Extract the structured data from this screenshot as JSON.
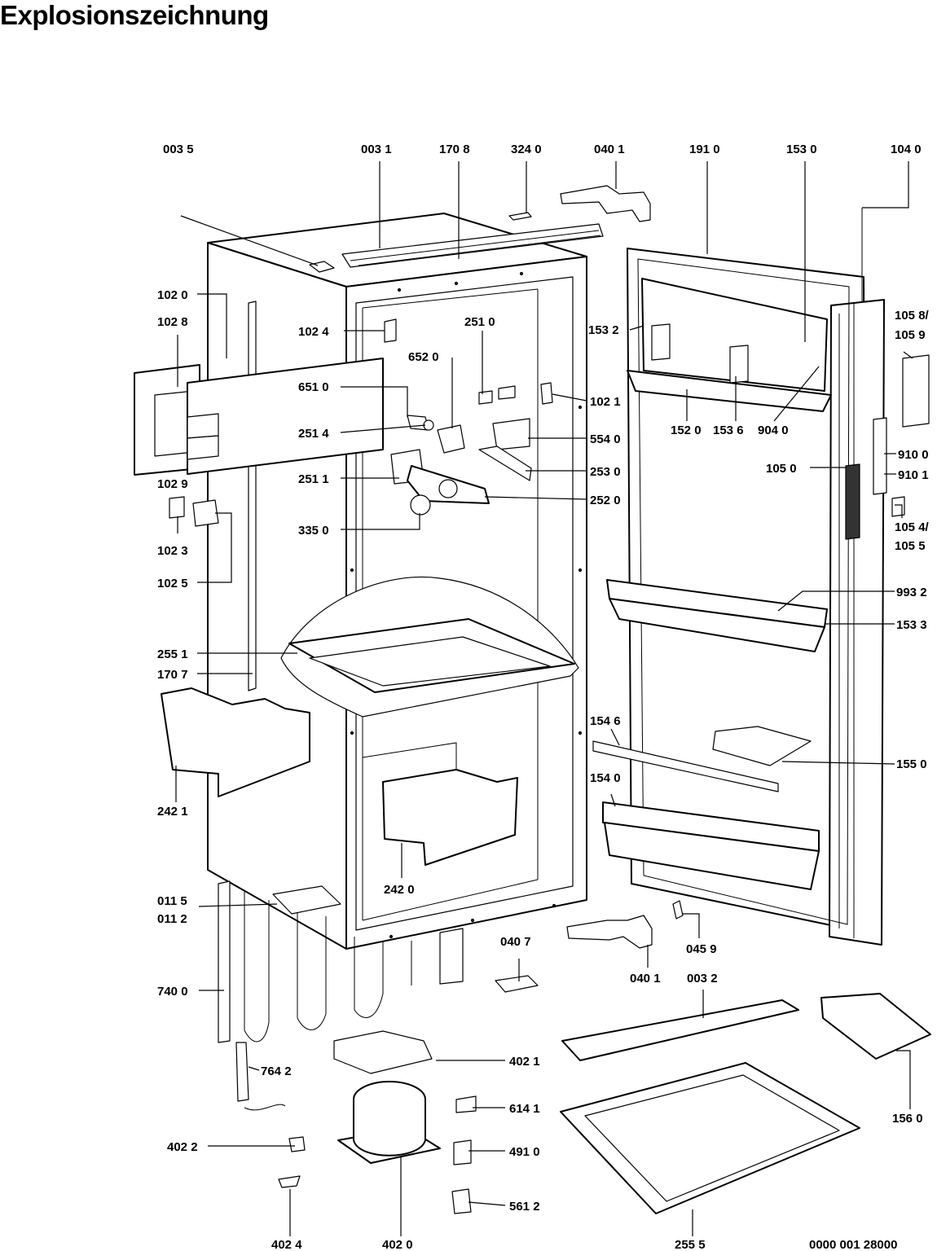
{
  "title": "Explosionszeichnung",
  "doc_number": "0000 001 28000",
  "labels": {
    "l0035": "003 5",
    "l0031": "003 1",
    "l1708": "170 8",
    "l3240": "324 0",
    "l0401_top": "040 1",
    "l1910": "191 0",
    "l1530": "153 0",
    "l1040": "104 0",
    "l1020": "102 0",
    "l1028": "102 8",
    "l1024": "102 4",
    "l2510": "251 0",
    "l1532": "153 2",
    "l1058": "105 8/",
    "l1059": "105 9",
    "l6520": "652 0",
    "l6510": "651 0",
    "l1021": "102 1",
    "l1520": "152 0",
    "l1536": "153 6",
    "l9040": "904 0",
    "l2514": "251 4",
    "l5540": "554 0",
    "l9100": "910 0",
    "l1050": "105 0",
    "l9101": "910 1",
    "l2511": "251 1",
    "l2530": "253 0",
    "l1029": "102 9",
    "l2520": "252 0",
    "l1054": "105 4/",
    "l1055": "105 5",
    "l3350": "335 0",
    "l1023": "102 3",
    "l1025": "102 5",
    "l9932": "993 2",
    "l1533": "153 3",
    "l2551": "255 1",
    "l1707": "170 7",
    "l1546": "154 6",
    "l1550": "155 0",
    "l1540": "154 0",
    "l2421": "242 1",
    "l2420": "242 0",
    "l0115": "011 5",
    "l0112": "011 2",
    "l0407": "040 7",
    "l0459": "045 9",
    "l0401_bot": "040 1",
    "l0032": "003 2",
    "l7400": "740 0",
    "l4021": "402 1",
    "l7642": "764 2",
    "l6141": "614 1",
    "l1560": "156 0",
    "l4022": "402 2",
    "l4910": "491 0",
    "l5612": "561 2",
    "l4024": "402 4",
    "l4020": "402 0",
    "l2555": "255 5"
  }
}
